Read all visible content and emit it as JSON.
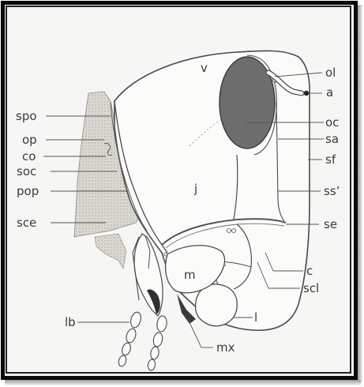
{
  "figure": {
    "head_colors": {
      "outline": "#4a4a4a",
      "eye": "#6e6e6e",
      "stipple": "#c9c6c0",
      "frame": "#0a0a0a"
    },
    "labels": {
      "v": "v",
      "ol": "ol",
      "a": "a",
      "oc": "oc",
      "sa": "sa",
      "sf": "sf",
      "ss": "ss’",
      "se": "se",
      "spo": "spo",
      "op": "op",
      "co": "co",
      "soc": "soc",
      "pop": "pop",
      "sce": "sce",
      "j": "j",
      "m": "m",
      "c": "c",
      "scl": "scl",
      "l": "l",
      "lb": "lb",
      "mx": "mx"
    }
  }
}
